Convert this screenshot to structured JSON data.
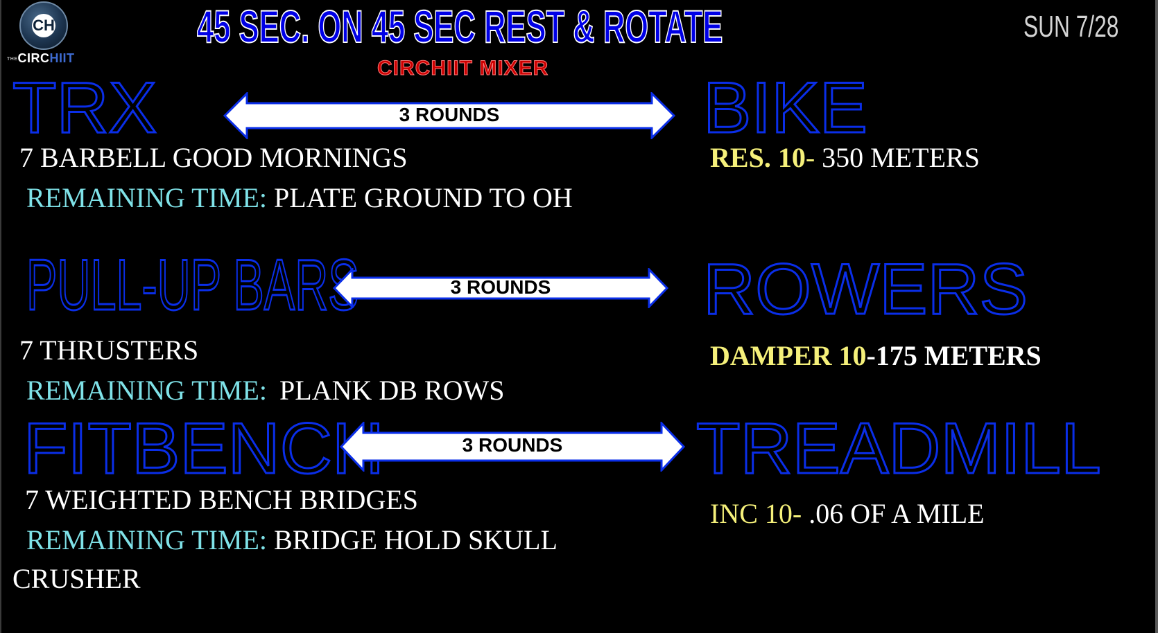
{
  "logo": {
    "mark": "CH",
    "prefix": "THE",
    "word_a": "CIRC",
    "word_b": "HIIT"
  },
  "header": {
    "title": "45 SEC. ON 45 SEC REST & ROTATE",
    "subtitle": "CIRCHIIT MIXER",
    "date": "SUN 7/28"
  },
  "rows": [
    {
      "left_station": "TRX",
      "right_station": "BIKE",
      "rounds_label": "3 ROUNDS",
      "exercise": "7 BARBELL GOOD MORNINGS",
      "remaining_label": "REMAINING TIME:",
      "remaining_value": "PLATE GROUND TO OH",
      "remaining_value_cont": "",
      "cardio_setting": "RES. 10",
      "cardio_sep": "- ",
      "cardio_value": "350 METERS"
    },
    {
      "left_station": "PULL-UP BARS",
      "right_station": "ROWERS",
      "rounds_label": "3 ROUNDS",
      "exercise": "7 THRUSTERS",
      "remaining_label": "REMAINING TIME:",
      "remaining_value": "PLANK DB ROWS",
      "remaining_value_cont": "",
      "cardio_setting": "DAMPER 10",
      "cardio_sep": "-",
      "cardio_value": "175 METERS"
    },
    {
      "left_station": "FITBENCH",
      "right_station": "TREADMILL",
      "rounds_label": "3 ROUNDS",
      "exercise": "7 WEIGHTED BENCH BRIDGES",
      "remaining_label": "REMAINING TIME:",
      "remaining_value": "BRIDGE HOLD SKULL",
      "remaining_value_cont": "CRUSHER",
      "cardio_setting": "INC 10",
      "cardio_sep": "- ",
      "cardio_value": ".06 OF A MILE"
    }
  ],
  "colors": {
    "background": "#000000",
    "station_outline": "#0a2ee8",
    "title_fill": "#0000e6",
    "subtitle": "#cc0000",
    "remaining_label": "#7fe2e8",
    "cardio_setting": "#f5f07a",
    "text": "#ffffff"
  },
  "icons": {
    "logo": "circhiit-logo",
    "arrow": "double-headed-arrow"
  }
}
